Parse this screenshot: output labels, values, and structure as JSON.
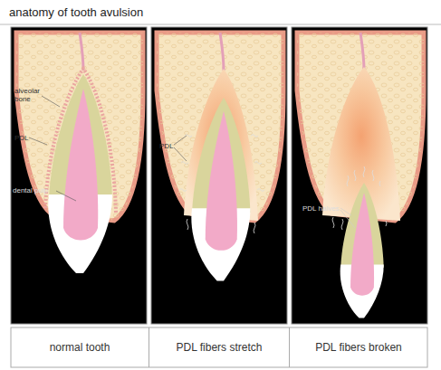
{
  "diagram": {
    "title": "anatomy of tooth avulsion",
    "nodes": [
      {
        "text": [
          "normal tooth"
        ]
      },
      {
        "text": [
          "PDL fibers stretch"
        ]
      },
      {
        "text": [
          "PDL fibers broken"
        ]
      }
    ],
    "labels": [
      "alveolar bone",
      "PDL",
      "dental pulp",
      "PDL",
      "PDL halves"
    ]
  }
}
